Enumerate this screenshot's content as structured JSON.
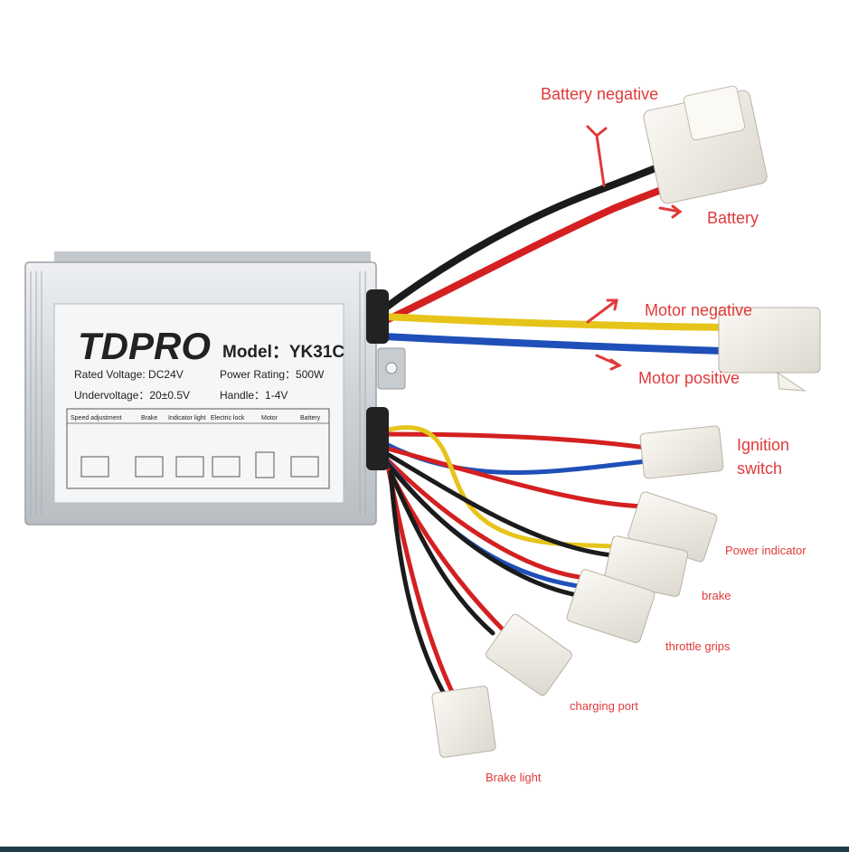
{
  "controller": {
    "brand": "TDPRO",
    "model": "Model：YK31C",
    "rated_voltage": "Rated Voltage: DC24V",
    "power_rating": "Power Rating：500W",
    "undervoltage": "Undervoltage：20±0.5V",
    "handle": "Handle：1-4V",
    "wiring_sections": [
      "Speed adjustment",
      "Brake",
      "Indicator light",
      "Electric lock",
      "Motor",
      "Battery"
    ]
  },
  "labels": {
    "battery_negative": "Battery negative",
    "battery": "Battery",
    "motor_negative": "Motor negative",
    "motor_positive": "Motor positive",
    "ignition_switch_1": "Ignition",
    "ignition_switch_2": "switch",
    "power_indicator": "Power indicator",
    "brake": "brake",
    "throttle_grips": "throttle grips",
    "charging_port": "charging port",
    "brake_light": "Brake light"
  },
  "colors": {
    "label": "#e03a3a",
    "wire_red": "#d42020",
    "wire_black": "#1b1b1b",
    "wire_yellow": "#e6c41a",
    "wire_blue": "#1f4fb8",
    "housing": "#d4d8dc",
    "connector": "#f4f1ea"
  }
}
